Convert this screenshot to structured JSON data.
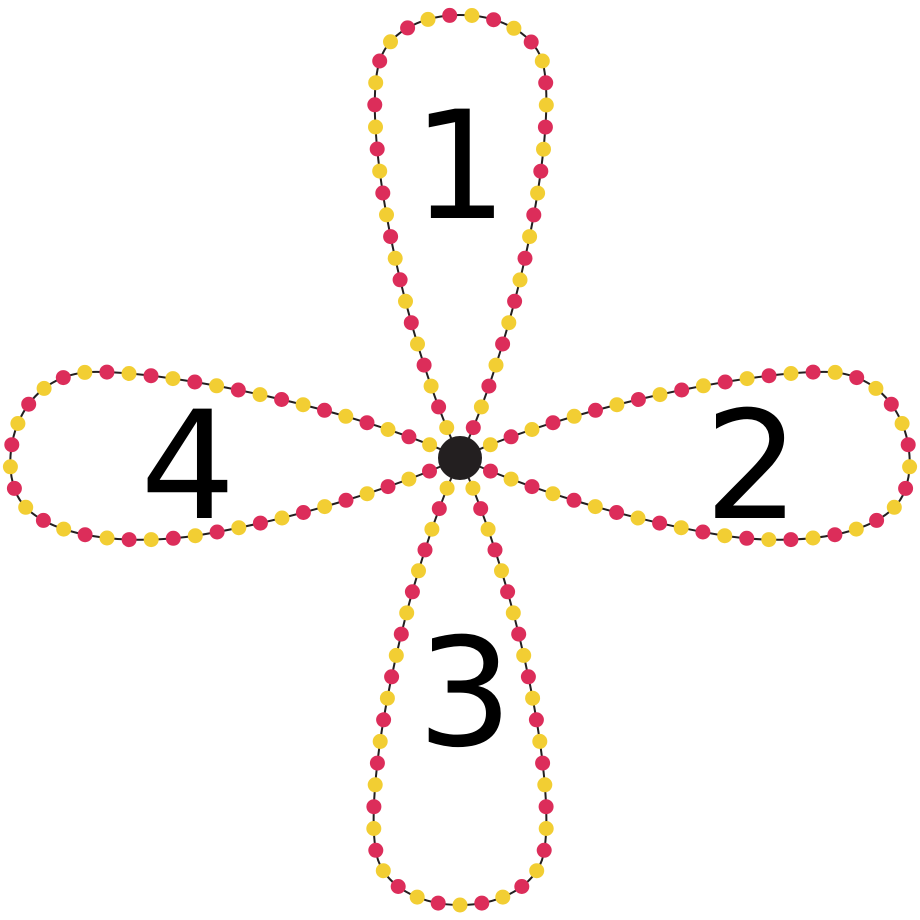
{
  "colors": {
    "bead_a": "#dc2d5a",
    "bead_b": "#f2ce33",
    "string": "#231f20",
    "center": "#231f20",
    "text": "#000000"
  },
  "petals": [
    {
      "id": "top",
      "label": "1"
    },
    {
      "id": "right",
      "label": "2"
    },
    {
      "id": "bottom",
      "label": "3"
    },
    {
      "id": "left",
      "label": "4"
    }
  ]
}
